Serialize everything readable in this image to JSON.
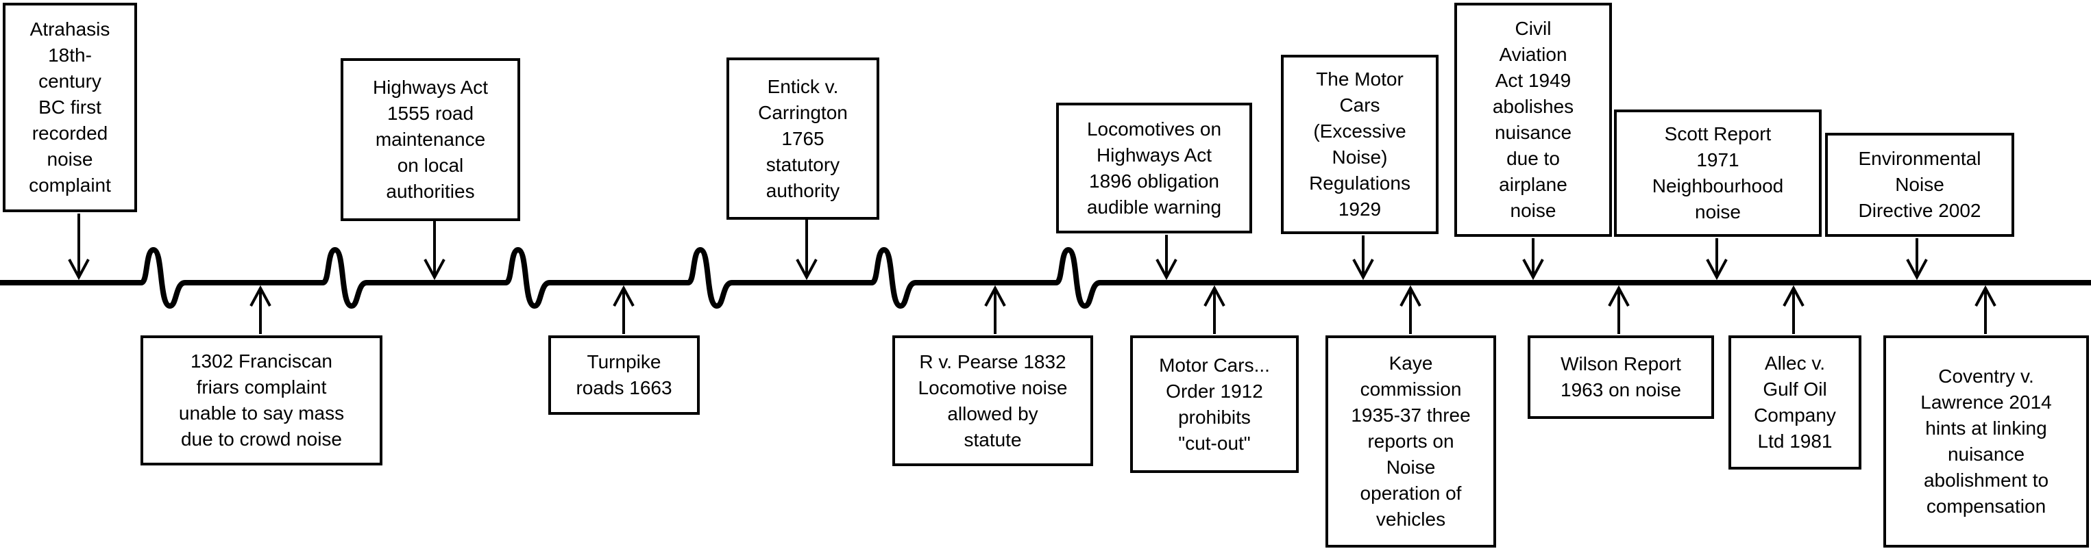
{
  "events": [
    {
      "id": "atrahasis",
      "text": "Atrahasis\n18th-\ncentury\nBC first\nrecorded\nnoise\ncomplaint",
      "side": "above"
    },
    {
      "id": "franciscan",
      "text": "1302 Franciscan\nfriars complaint\nunable to say mass\ndue to crowd noise",
      "side": "below"
    },
    {
      "id": "highways-act",
      "text": "Highways Act\n1555 road\nmaintenance\non local\nauthorities",
      "side": "above"
    },
    {
      "id": "turnpike",
      "text": "Turnpike\nroads 1663",
      "side": "below"
    },
    {
      "id": "entick",
      "text": "Entick v.\nCarrington\n1765\nstatutory\nauthority",
      "side": "above"
    },
    {
      "id": "pearse",
      "text": "R v. Pearse 1832\nLocomotive noise\nallowed by\nstatute",
      "side": "below"
    },
    {
      "id": "locomotives",
      "text": "Locomotives on\nHighways Act\n1896 obligation\naudible warning",
      "side": "above"
    },
    {
      "id": "motor-cars-order",
      "text": "Motor Cars...\nOrder 1912\nprohibits\n\"cut-out\"",
      "side": "below"
    },
    {
      "id": "motor-cars-regs",
      "text": "The Motor\nCars\n(Excessive\nNoise)\nRegulations\n1929",
      "side": "above"
    },
    {
      "id": "kaye",
      "text": "Kaye\ncommission\n1935-37 three\nreports on\nNoise\noperation of\nvehicles",
      "side": "below"
    },
    {
      "id": "civil-aviation",
      "text": "Civil\nAviation\nAct 1949\nabolishes\nnuisance\ndue to\nairplane\nnoise",
      "side": "above"
    },
    {
      "id": "wilson",
      "text": "Wilson Report\n1963 on noise",
      "side": "below"
    },
    {
      "id": "scott",
      "text": "Scott Report\n1971\nNeighbourhood\nnoise",
      "side": "above"
    },
    {
      "id": "allec",
      "text": "Allec v.\nGulf Oil\nCompany\nLtd 1981",
      "side": "below"
    },
    {
      "id": "environmental",
      "text": "Environmental\nNoise\nDirective 2002",
      "side": "above"
    },
    {
      "id": "coventry",
      "text": "Coventry v.\nLawrence 2014\nhints at linking\nnuisance\nabolishment to\ncompensation",
      "side": "below"
    }
  ],
  "timeline": {
    "breaks": 6,
    "line_color": "#000000"
  }
}
